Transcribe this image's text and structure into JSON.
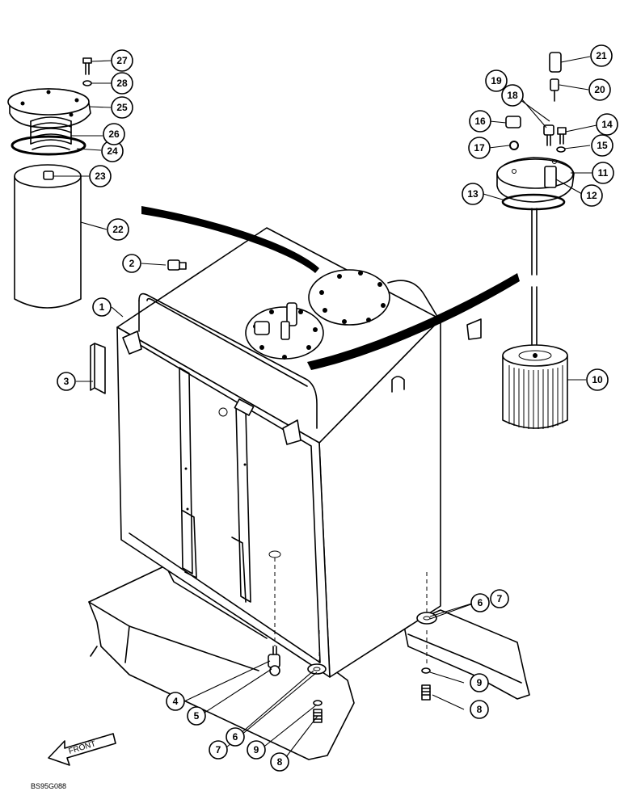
{
  "document_code": "BS95G088",
  "front_label": "FRONT",
  "callouts": [
    "1",
    "2",
    "3",
    "4",
    "5",
    "6",
    "7",
    "8",
    "9",
    "10",
    "11",
    "12",
    "13",
    "14",
    "15",
    "16",
    "17",
    "18",
    "19",
    "20",
    "21",
    "22",
    "23",
    "24",
    "25",
    "26",
    "27",
    "28"
  ]
}
